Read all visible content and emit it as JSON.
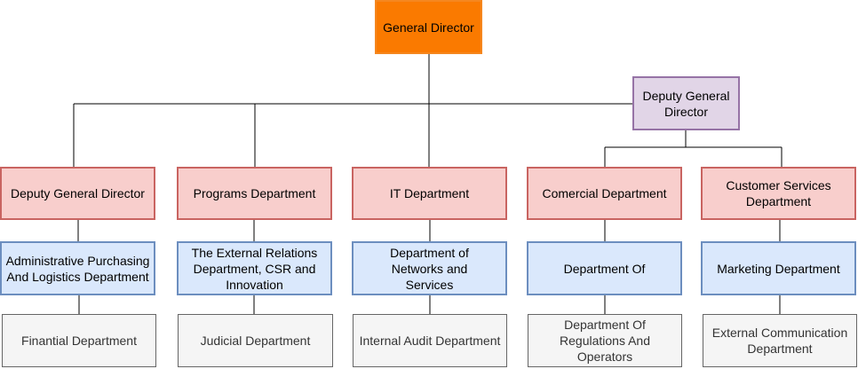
{
  "org_chart": {
    "top": {
      "general_director": "General Director",
      "deputy_general_director": "Deputy General Director"
    },
    "columns": [
      {
        "head": "Deputy General Director",
        "department": "Administrative Purchasing And Logistics Department",
        "unit": "Finantial Department"
      },
      {
        "head": "Programs Department",
        "department": "The External Relations Department, CSR and Innovation",
        "unit": "Judicial Department"
      },
      {
        "head": "IT Department",
        "department": "Department of Networks and Services",
        "unit": "Internal Audit Department"
      },
      {
        "head": "Comercial Department",
        "department": "Department Of",
        "unit": "Department Of Regulations And Operators"
      },
      {
        "head": "Customer Services Department",
        "department": "Marketing Department",
        "unit": "External Communication Department"
      }
    ]
  },
  "colors": {
    "general_director_fill": "#fa7a00",
    "deputy_fill": "#e1d5e7",
    "head_fill": "#f8cecc",
    "department_fill": "#dae8fc",
    "unit_fill": "#f5f5f5",
    "connector": "#000000"
  }
}
